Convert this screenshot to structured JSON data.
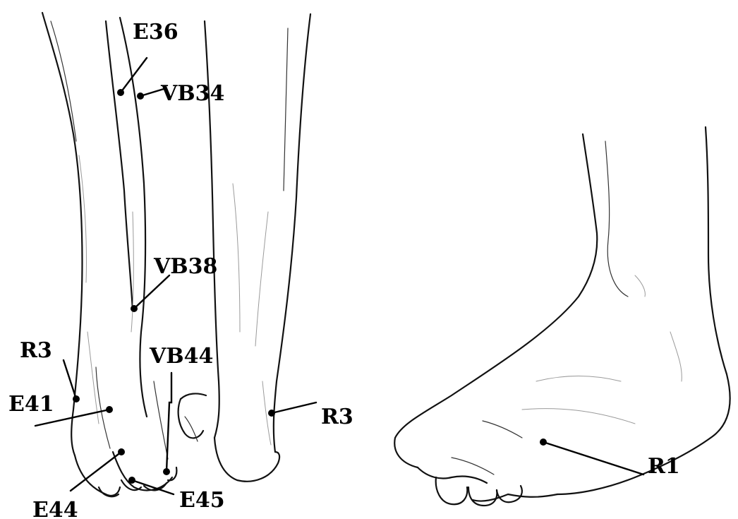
{
  "labels": {
    "e36": "E36",
    "vb34": "VB34",
    "vb38": "VB38",
    "r3_left": "R3",
    "e41": "E41",
    "vb44": "VB44",
    "r3_right": "R3",
    "e44": "E44",
    "e45": "E45",
    "r1": "R1"
  }
}
